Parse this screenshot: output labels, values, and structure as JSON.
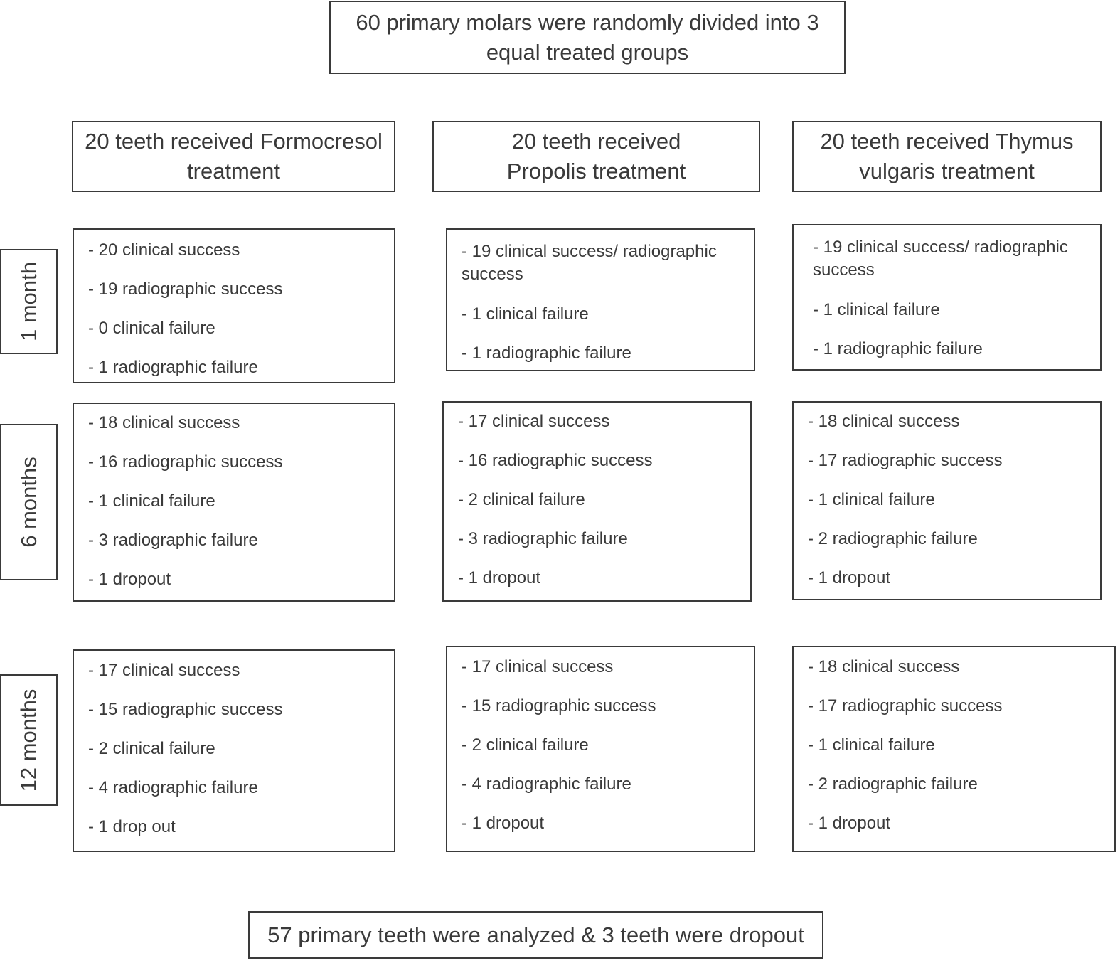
{
  "header": "60 primary molars were randomly divided into 3 equal treated groups",
  "groups": [
    {
      "label": "20 teeth received Formocresol treatment"
    },
    {
      "label": "20 teeth received Propolis treatment"
    },
    {
      "label": "20 teeth received Thymus vulgaris treatment"
    }
  ],
  "periods": [
    {
      "label": "1 month"
    },
    {
      "label": "6 months"
    },
    {
      "label": "12 months"
    }
  ],
  "results": {
    "month1": {
      "formocresol": [
        "- 20 clinical success",
        "- 19 radiographic success",
        "- 0 clinical failure",
        "- 1 radiographic failure"
      ],
      "propolis": [
        "- 19 clinical success/ radiographic success",
        "- 1 clinical failure",
        "- 1 radiographic failure"
      ],
      "thymus": [
        "- 19 clinical success/ radiographic success",
        "- 1 clinical failure",
        "- 1 radiographic failure"
      ]
    },
    "month6": {
      "formocresol": [
        "- 18 clinical success",
        "- 16 radiographic success",
        "- 1 clinical failure",
        "- 3 radiographic failure",
        "- 1 dropout"
      ],
      "propolis": [
        "- 17 clinical success",
        "- 16 radiographic success",
        "- 2 clinical failure",
        "- 3 radiographic failure",
        "- 1 dropout"
      ],
      "thymus": [
        "- 18 clinical success",
        "- 17 radiographic success",
        "- 1 clinical failure",
        "- 2 radiographic failure",
        "- 1 dropout"
      ]
    },
    "month12": {
      "formocresol": [
        "- 17 clinical success",
        "- 15 radiographic success",
        "- 2 clinical failure",
        "- 4 radiographic failure",
        "- 1 drop out"
      ],
      "propolis": [
        "- 17 clinical success",
        "- 15 radiographic success",
        "- 2 clinical failure",
        "- 4 radiographic failure",
        "- 1 dropout"
      ],
      "thymus": [
        "- 18 clinical success",
        "- 17 radiographic success",
        "- 1 clinical failure",
        "- 2 radiographic failure",
        "- 1 dropout"
      ]
    }
  },
  "footer": "57 primary teeth were analyzed & 3 teeth were dropout"
}
